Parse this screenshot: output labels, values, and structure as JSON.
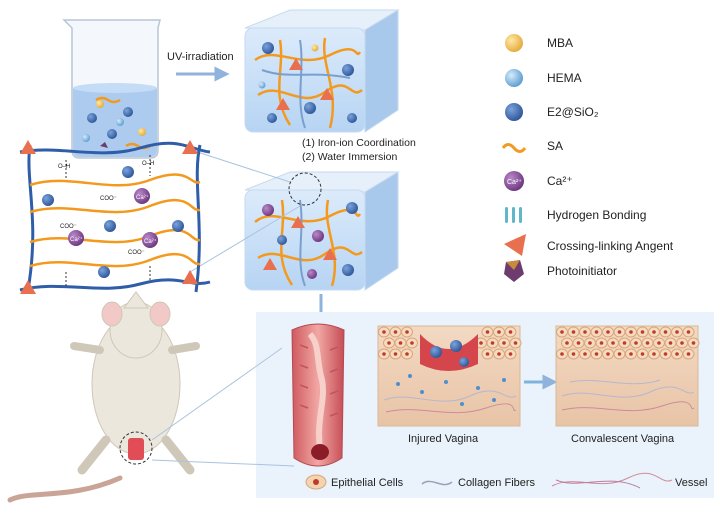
{
  "steps": {
    "uv": "UV-irradiation",
    "coordination": "(1) Iron-ion Coordination",
    "immersion": "(2) Water Immersion"
  },
  "legend": [
    {
      "icon": "mba-icon",
      "label": "MBA",
      "color": "#f2c14e"
    },
    {
      "icon": "hema-icon",
      "label": "HEMA",
      "color": "#7fb3df"
    },
    {
      "icon": "e2-sio2-icon",
      "label": "E2@SiO₂",
      "color": "#3f6fb5"
    },
    {
      "icon": "sa-icon",
      "label": "SA",
      "color": "#f39a1e"
    },
    {
      "icon": "calcium-icon",
      "label": "Ca²⁺",
      "color": "#8a4f9e"
    },
    {
      "icon": "hydrogen-bonding-icon",
      "label": "Hydrogen Bonding",
      "color": "#5fb7c9"
    },
    {
      "icon": "crosslinking-agent-icon",
      "label": "Crossing-linking Angent",
      "color": "#e8704f"
    },
    {
      "icon": "photoinitiator-icon",
      "label": "Photoinitiator",
      "color": "#6e3b6e"
    }
  ],
  "network": {
    "ca_label": "Ca²⁺",
    "coo_label": "COO⁻",
    "oh_label": "O–H"
  },
  "tissue": {
    "injured": "Injured Vagina",
    "convalescent": "Convalescent Vagina"
  },
  "bottom_legend": {
    "epithelial": "Epithelial Cells",
    "collagen": "Collagen Fibers",
    "vessel": "Vessel"
  }
}
